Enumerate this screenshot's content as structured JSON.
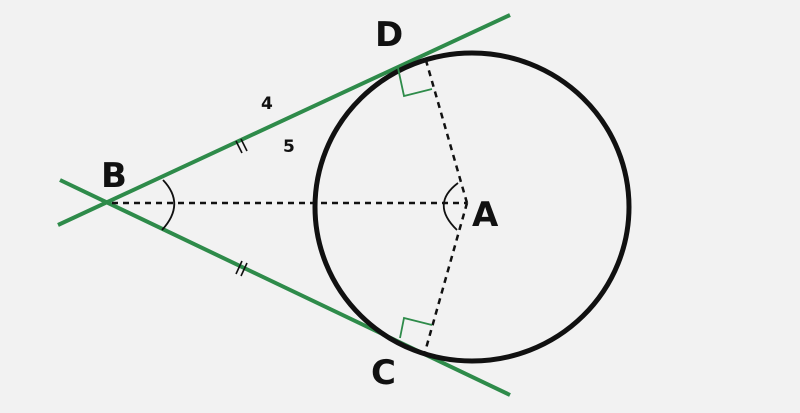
{
  "points": {
    "A": "A",
    "B": "B",
    "C": "C",
    "D": "D"
  },
  "numbers": {
    "n4": "4",
    "n5": "5"
  },
  "colors": {
    "background": "#f2f2f2",
    "tangent": "#2e8b4a",
    "circle": "#111111",
    "dashed": "#111111"
  }
}
